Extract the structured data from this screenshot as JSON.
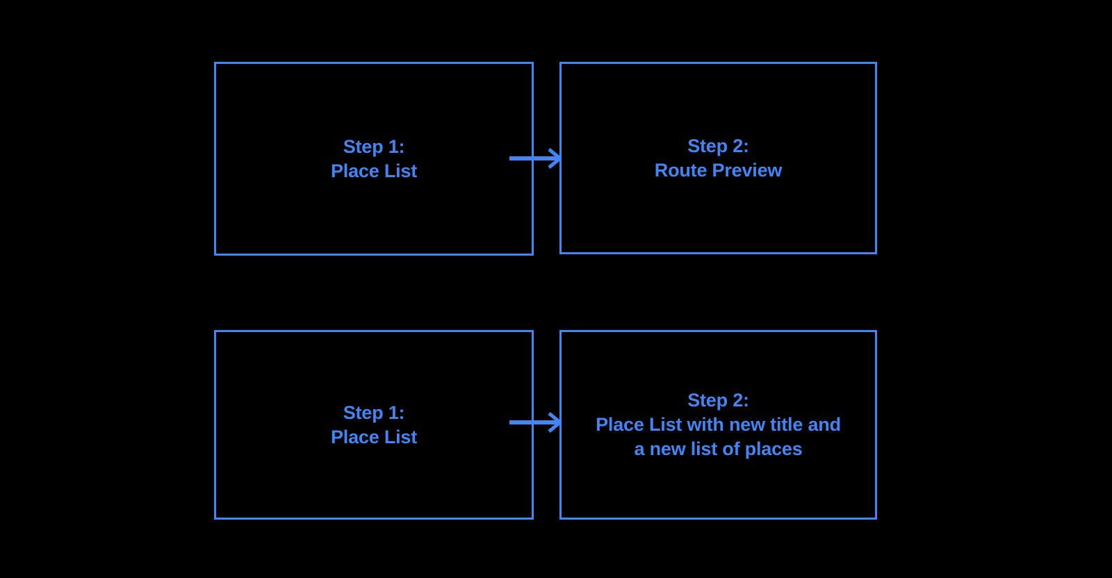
{
  "diagram": {
    "type": "flowchart",
    "background_color": "#000000",
    "accent_color": "#4285f4",
    "rows": [
      {
        "id": "row-1",
        "left_box": {
          "label": "Step 1:\nPlace List",
          "line_1": "Step 1:",
          "line_2": "Place List"
        },
        "connector": {
          "icon": "arrow-right-icon",
          "direction": "left-to-right"
        },
        "right_box": {
          "label": "Step 2:\nRoute Preview",
          "line_1": "Step 2:",
          "line_2": "Route Preview"
        }
      },
      {
        "id": "row-2",
        "left_box": {
          "label": "Step 1:\nPlace List",
          "line_1": "Step 1:",
          "line_2": "Place List"
        },
        "connector": {
          "icon": "arrow-right-icon",
          "direction": "left-to-right"
        },
        "right_box": {
          "label": "Step 2:\nPlace List with new title and\na new list of places",
          "line_1": "Step 2:",
          "line_2": "Place List with new title and",
          "line_3": "a new list of places"
        }
      }
    ]
  }
}
